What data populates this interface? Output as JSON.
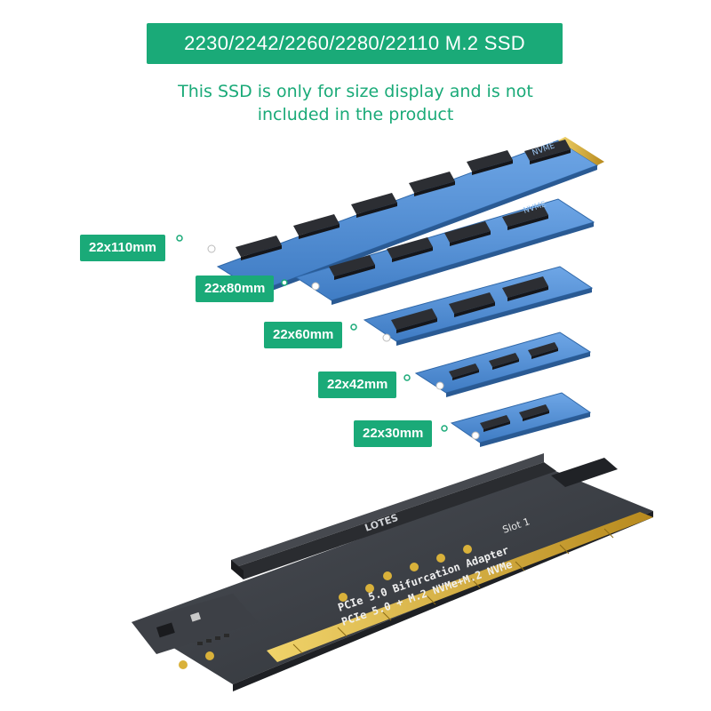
{
  "header": {
    "title": "2230/2242/2260/2280/22110 M.2 SSD",
    "note_line1": "This SSD is only for size display and is not",
    "note_line2": "included in the product"
  },
  "sizes": [
    {
      "label": "22x110mm"
    },
    {
      "label": "22x80mm"
    },
    {
      "label": "22x60mm"
    },
    {
      "label": "22x42mm"
    },
    {
      "label": "22x30mm"
    }
  ],
  "ssd": {
    "chip_text": "NVME"
  },
  "adapter": {
    "brand": "LOTES",
    "slot_label": "Slot 1",
    "line1": "PCIe 5.0 Bifurcation Adapter",
    "line2": "PCIe 5.0 + M.2 NVMe+M.2 NVMe"
  },
  "colors": {
    "accent": "#1aaa78",
    "ssd_blue": "#4f8fd6",
    "pcb_dark": "#3a3d42",
    "gold": "#d9b13a"
  }
}
